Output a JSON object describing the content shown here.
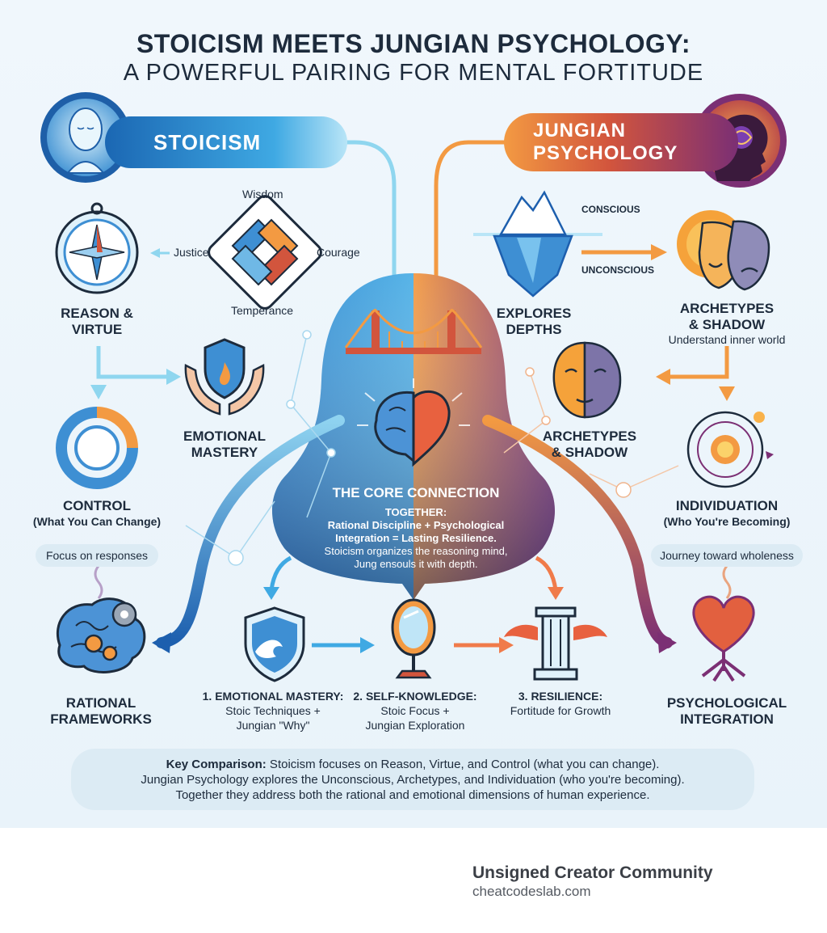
{
  "title": {
    "line1": "STOICISM MEETS JUNGIAN PSYCHOLOGY:",
    "line2": "A POWERFUL PAIRING FOR MENTAL FORTITUDE"
  },
  "stoicism": {
    "badge": "STOICISM",
    "virtues": {
      "top": "Wisdom",
      "left": "Justice",
      "right": "Courage",
      "bottom": "Temperance"
    },
    "reason_virtue": [
      "REASON &",
      "VIRTUE"
    ],
    "emotional_mastery": [
      "EMOTIONAL",
      "MASTERY"
    ],
    "control": "CONTROL",
    "control_sub": "(What You Can Change)",
    "control_pill": "Focus on responses",
    "rational_frameworks": [
      "RATIONAL",
      "FRAMEWORKS"
    ]
  },
  "jung": {
    "badge": [
      "JUNGIAN",
      "PSYCHOLOGY"
    ],
    "conscious": "CONSCIOUS",
    "unconscious": "UNCONSCIOUS",
    "explores": [
      "EXPLORES",
      "DEPTHS"
    ],
    "archetypes_top": [
      "ARCHETYPES",
      "& SHADOW"
    ],
    "archetypes_top_sub": "Understand inner world",
    "archetypes_mid": [
      "ARCHETYPES",
      "& SHADOW"
    ],
    "individuation": "INDIVIDUATION",
    "individuation_sub": "(Who You're Becoming)",
    "individuation_pill": "Journey toward wholeness",
    "integration": [
      "PSYCHOLOGICAL",
      "INTEGRATION"
    ]
  },
  "core": {
    "title": "THE CORE CONNECTION",
    "line1": "TOGETHER:",
    "line2": "Rational Discipline + Psychological",
    "line3": "Integration = Lasting Resilience.",
    "line4": "Stoicism organizes the reasoning mind,",
    "line5": "Jung ensouls it with depth."
  },
  "steps": [
    {
      "title": "1. EMOTIONAL MASTERY:",
      "l1": "Stoic Techniques +",
      "l2": "Jungian \"Why\""
    },
    {
      "title": "2. SELF-KNOWLEDGE:",
      "l1": "Stoic Focus +",
      "l2": "Jungian Exploration"
    },
    {
      "title": "3. RESILIENCE:",
      "l1": "Fortitude for Growth",
      "l2": ""
    }
  ],
  "comparison": {
    "lead": "Key Comparison:",
    "l1": " Stoicism focuses on Reason, Virtue, and Control (what you can change).",
    "l2": "Jungian Psychology explores the Unconscious, Archetypes, and Individuation (who you're becoming).",
    "l3": "Together they address both the rational and emotional dimensions of human experience."
  },
  "footer": {
    "name": "Unsigned Creator Community",
    "site": "cheatcodeslab.com"
  },
  "colors": {
    "stoic_blue": "#1b67b3",
    "stoic_light": "#3fa9e3",
    "jung_orange": "#f39a42",
    "jung_purple": "#7b2f74",
    "text_dark": "#1d2b3c"
  },
  "icons": [
    "face-meditation-icon",
    "galaxy-head-icon",
    "virtue-knot-icon",
    "compass-icon",
    "shield-hands-icon",
    "control-ring-icon",
    "brain-gears-icon",
    "iceberg-icon",
    "sun-masks-icon",
    "masks-icon",
    "individuation-spiral-icon",
    "heart-tree-icon",
    "bridge-icon",
    "brain-heart-icon",
    "wave-shield-icon",
    "mirror-icon",
    "winged-pillar-icon"
  ]
}
